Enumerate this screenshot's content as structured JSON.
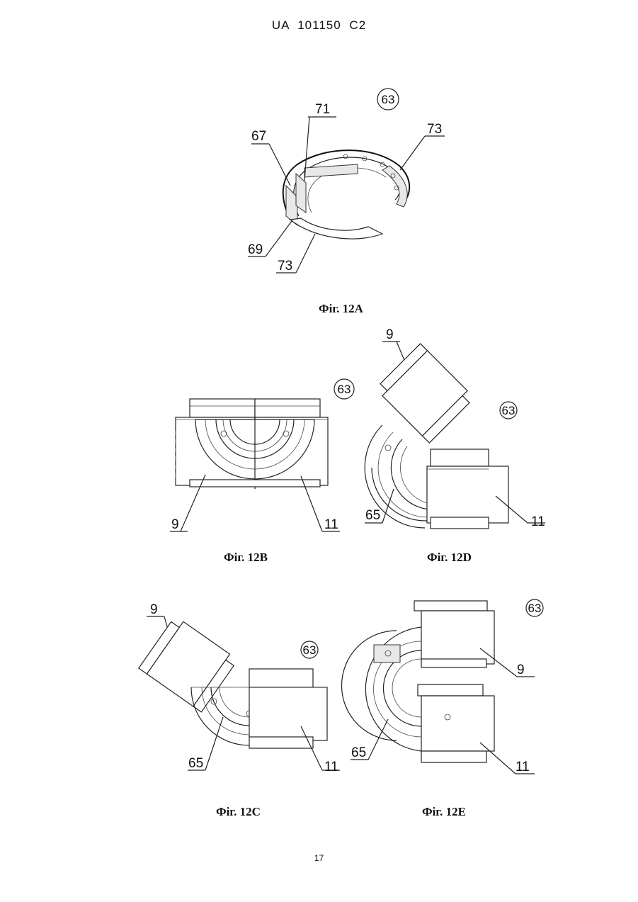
{
  "header": {
    "text": "UA   101150   C2"
  },
  "figures": {
    "fig12a": {
      "caption": "Фіг. 12А",
      "labels": {
        "l63": "63",
        "l71": "71",
        "l67": "67",
        "l73a": "73",
        "l69": "69",
        "l73b": "73"
      }
    },
    "fig12b": {
      "caption": "Фіг. 12В",
      "labels": {
        "l63": "63",
        "l9": "9",
        "l11": "11"
      }
    },
    "fig12d": {
      "caption": "Фіг. 12D",
      "labels": {
        "l9": "9",
        "l63": "63",
        "l65": "65",
        "l11": "11"
      }
    },
    "fig12c": {
      "caption": "Фіг. 12С",
      "labels": {
        "l9": "9",
        "l63": "63",
        "l65": "65",
        "l11": "11"
      }
    },
    "fig12e": {
      "caption": "Фіг. 12Е",
      "labels": {
        "l63": "63",
        "l9": "9",
        "l65": "65",
        "l11": "11"
      }
    }
  },
  "page_number": "17"
}
